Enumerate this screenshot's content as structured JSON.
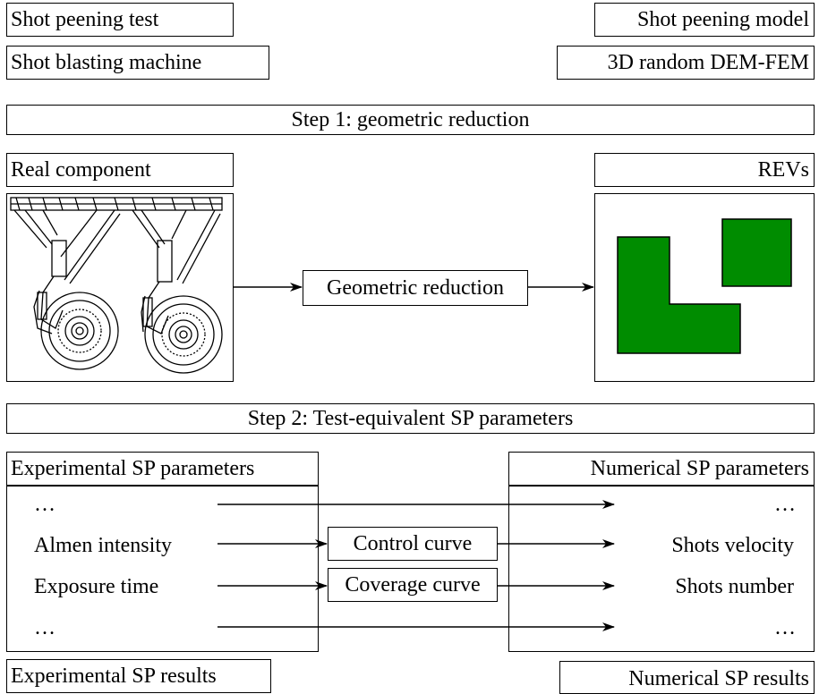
{
  "header": {
    "shot_peening_test": "Shot peening test",
    "shot_blasting_machine": "Shot blasting machine",
    "shot_peening_model": "Shot peening model",
    "dem_fem": "3D random DEM-FEM"
  },
  "step1": {
    "title": "Step 1: geometric reduction",
    "real_component": "Real component",
    "revs": "REVs",
    "geometric_reduction": "Geometric reduction"
  },
  "step2": {
    "title": "Step 2: Test-equivalent SP parameters",
    "experimental_params": "Experimental SP parameters",
    "numerical_params": "Numerical SP parameters",
    "ellipsis": "…",
    "almen_intensity": "Almen intensity",
    "exposure_time": "Exposure time",
    "control_curve": "Control curve",
    "coverage_curve": "Coverage curve",
    "shots_velocity": "Shots velocity",
    "shots_number": "Shots number",
    "experimental_results": "Experimental SP results",
    "numerical_results": "Numerical SP results"
  },
  "colors": {
    "rev_fill": "#008c00",
    "line": "#000000"
  },
  "icons": {
    "landing_gear": "landing-gear-drawing",
    "rev_shapes": "green-rev-blocks"
  }
}
